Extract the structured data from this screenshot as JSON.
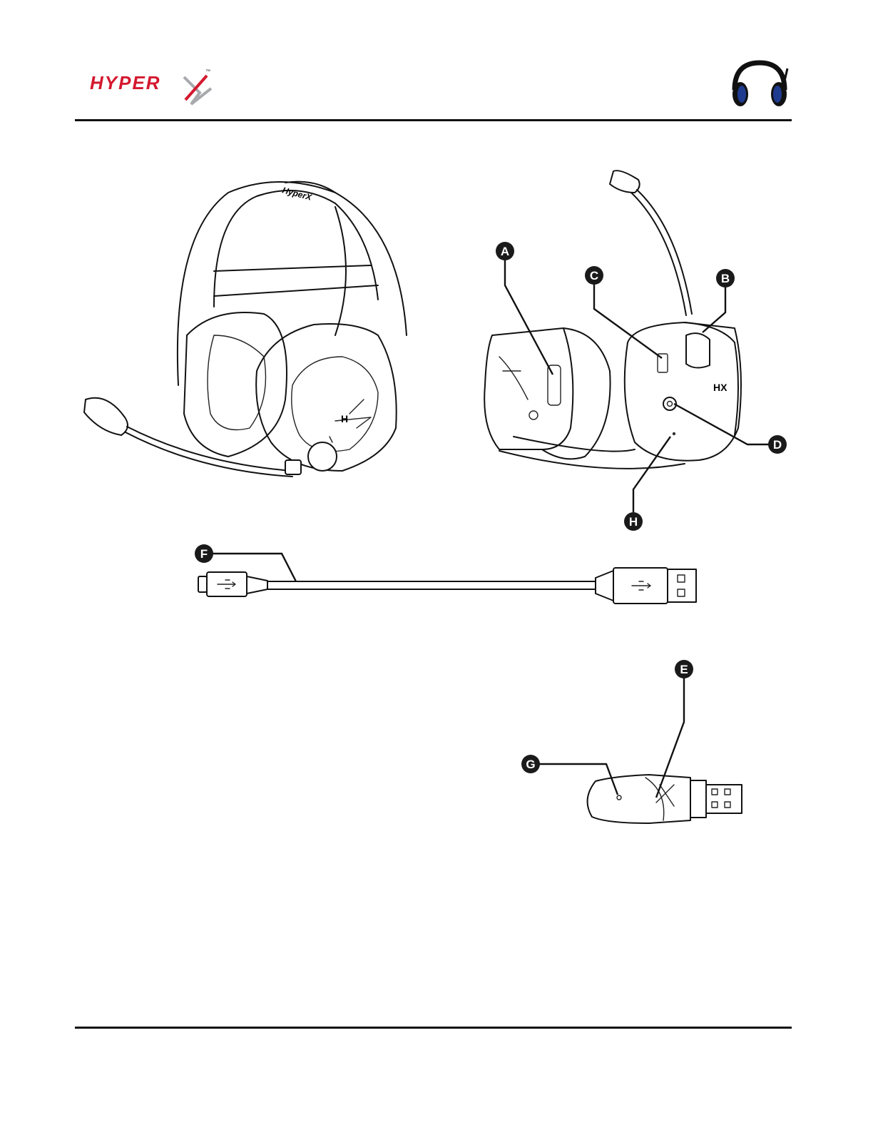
{
  "header": {
    "brand": {
      "logo_name": "HyperX",
      "trademark": "™",
      "brand_color": "#d4182e",
      "swoosh_color": "#a7a9ac"
    },
    "product_thumbnail": {
      "icon": "headset-icon",
      "accent_color": "#1f3b8f"
    }
  },
  "figure": {
    "callouts": [
      {
        "id": "A",
        "letter": "A"
      },
      {
        "id": "B",
        "letter": "B"
      },
      {
        "id": "C",
        "letter": "C"
      },
      {
        "id": "D",
        "letter": "D"
      },
      {
        "id": "E",
        "letter": "E"
      },
      {
        "id": "F",
        "letter": "F"
      },
      {
        "id": "G",
        "letter": "G"
      },
      {
        "id": "H",
        "letter": "H"
      }
    ],
    "illustrations": [
      {
        "name": "headset-front-view"
      },
      {
        "name": "headset-side-controls-view"
      },
      {
        "name": "usb-charging-cable"
      },
      {
        "name": "usb-wireless-adapter"
      }
    ]
  }
}
